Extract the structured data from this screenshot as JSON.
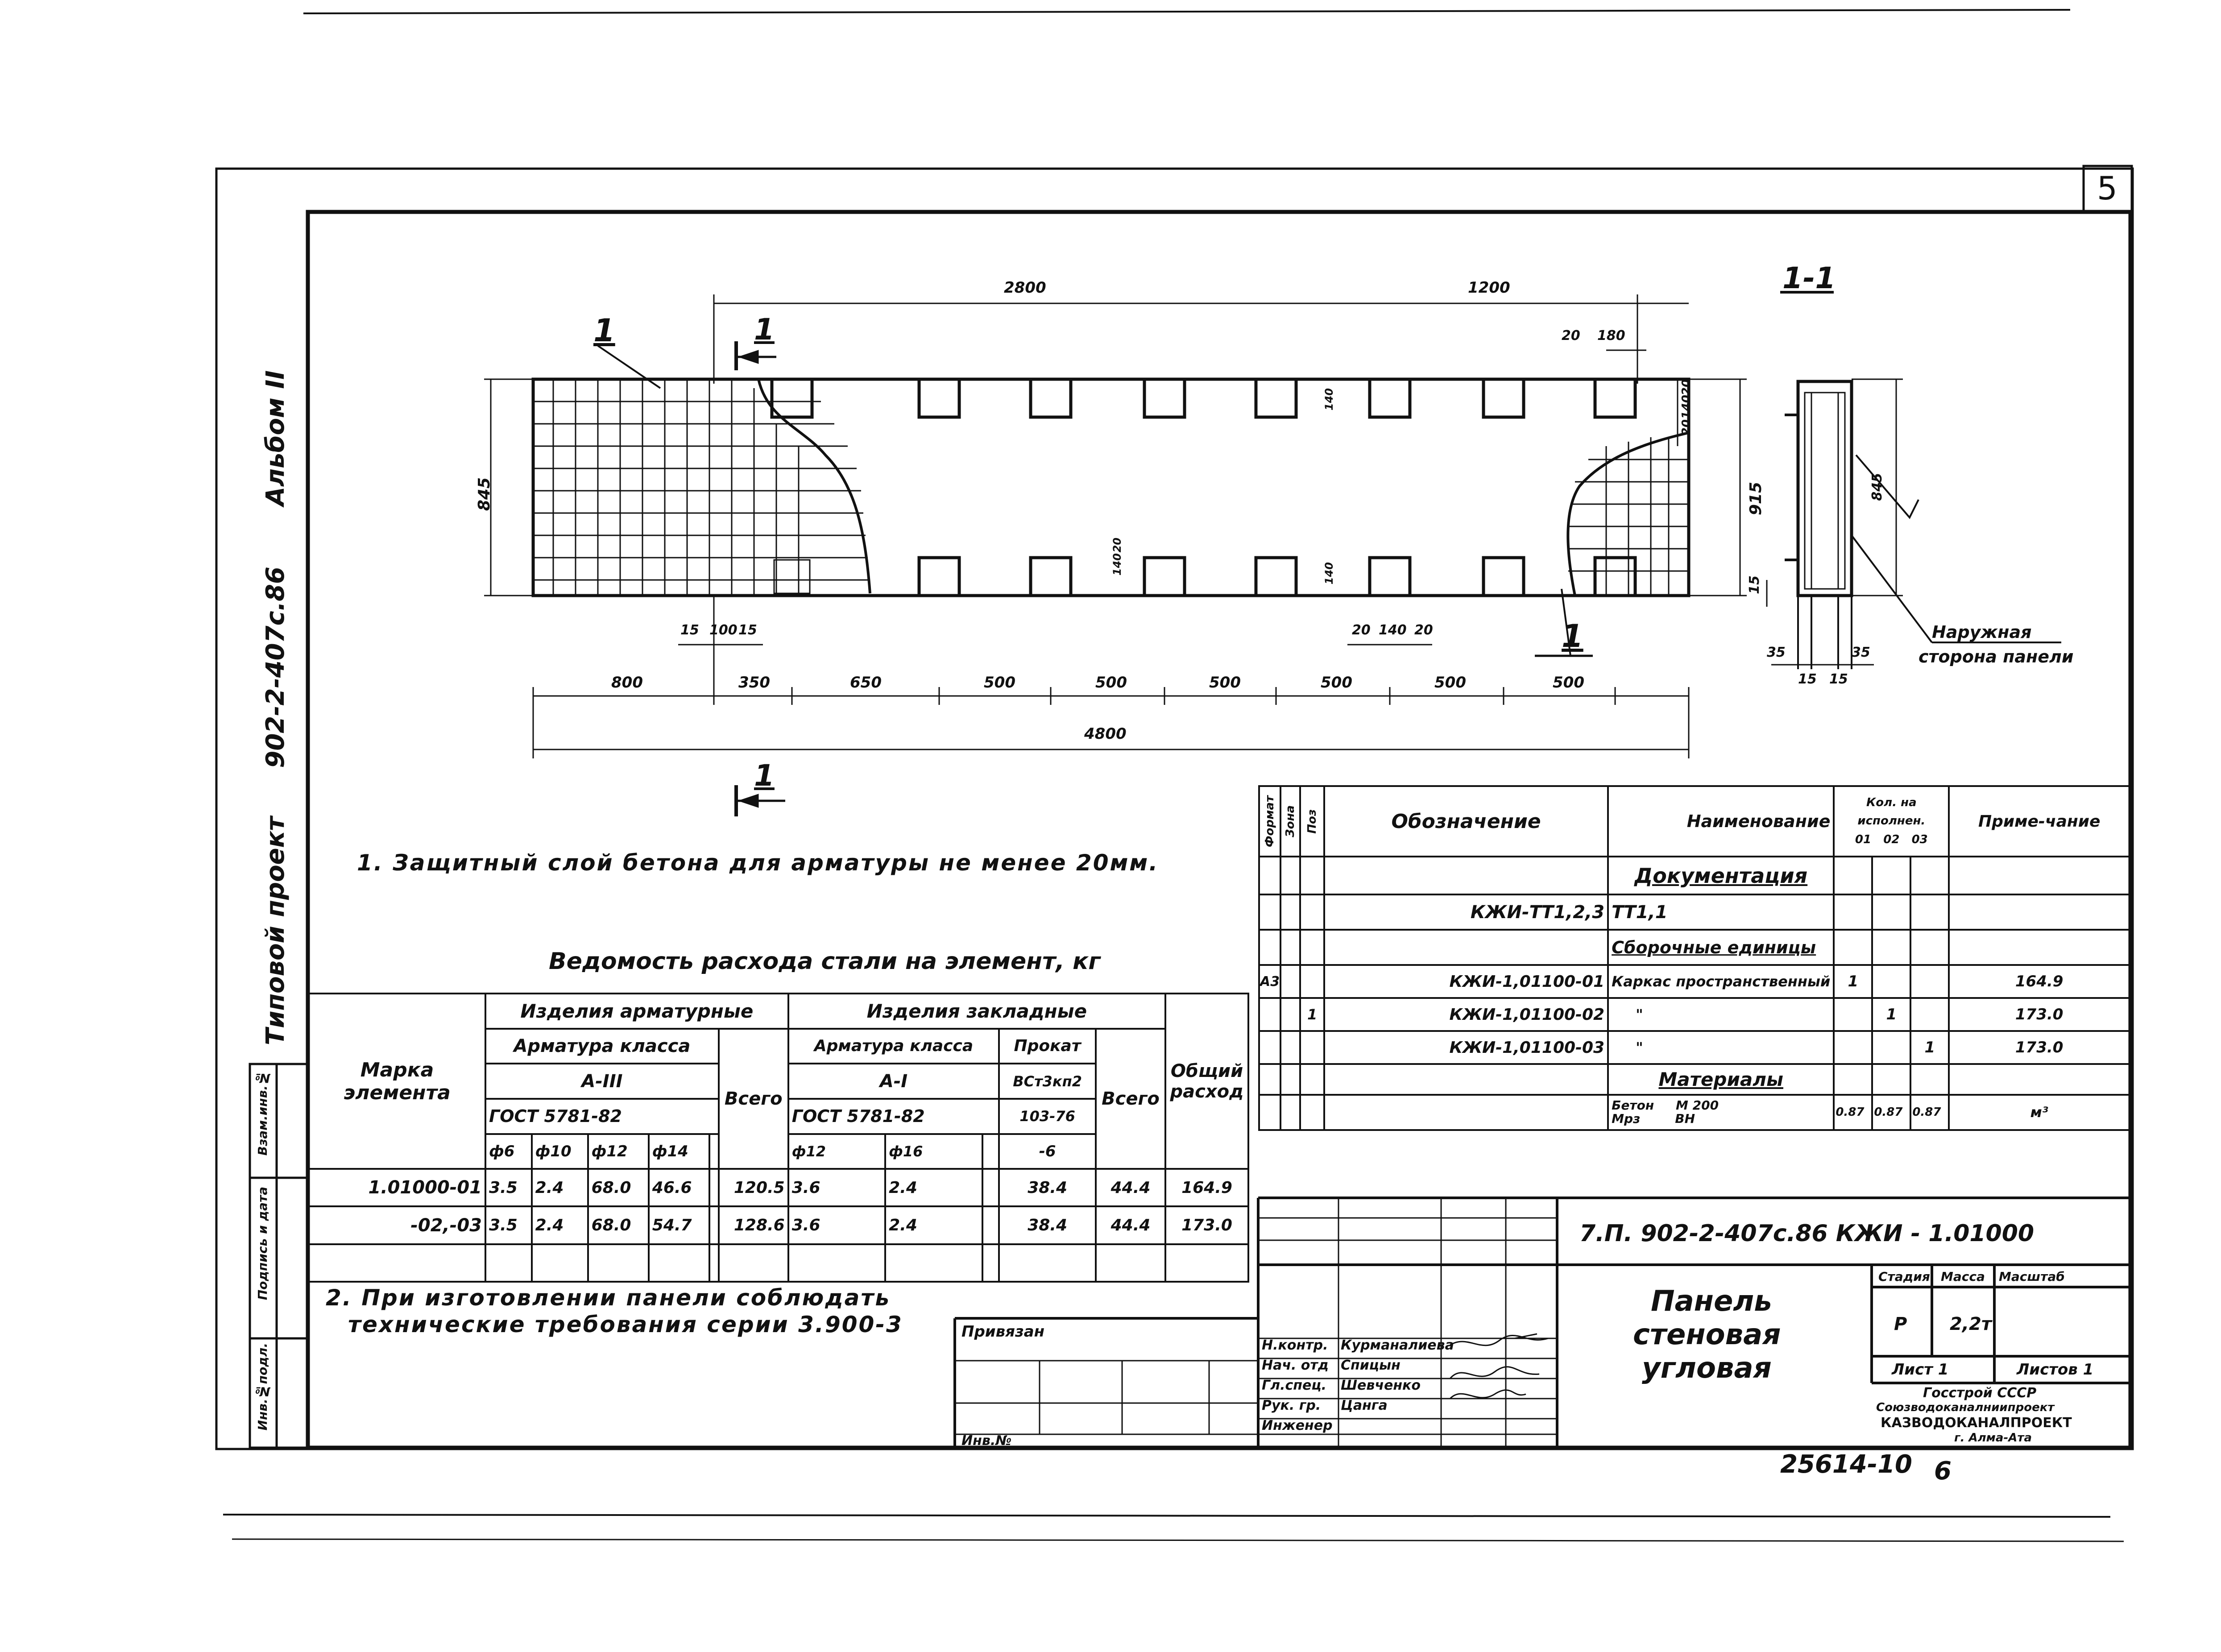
{
  "sheet": {
    "page_number": "5",
    "bottom_code": "25614-10",
    "bottom_page": "6"
  },
  "left_margin": {
    "project_code": "902-2-407с.86",
    "album": "Альбом II",
    "project_type": "Типовой проект",
    "stamp_cells": [
      "Инв.№подл.",
      "Подпись и дата",
      "Взам.инв.№"
    ]
  },
  "plan": {
    "section_marker": "1",
    "callout": "1",
    "dims_top": [
      "2800",
      "1200"
    ],
    "dims_top_small": [
      "20",
      "180"
    ],
    "dims_right": [
      "20",
      "140",
      "20",
      "915"
    ],
    "dim_left": "845",
    "dims_mid": [
      "140",
      "20",
      "140"
    ],
    "dims_bottom_small_left": [
      "15",
      "100",
      "15"
    ],
    "dims_bottom_small_right": [
      "20",
      "140",
      "20"
    ],
    "dims_bottom": [
      "800",
      "350",
      "650",
      "500",
      "500",
      "500",
      "500",
      "500",
      "500"
    ],
    "dim_total": "4800"
  },
  "section": {
    "title": "1-1",
    "dim_height": "845",
    "dim_small": "15",
    "dims_bottom": [
      "35",
      "15",
      "15",
      "35"
    ],
    "label_line1": "Наружная",
    "label_line2": "сторона панели"
  },
  "notes": {
    "note1": "1. Защитный слой бетона для арматуры не менее 20мм.",
    "note2_line1": "2. При изготовлении панели соблюдать",
    "note2_line2": "технические требования серии 3.900-3"
  },
  "steel_table": {
    "title": "Ведомость расхода стали на элемент, кг",
    "col_mark": "Марка элемента",
    "group1": "Изделия арматурные",
    "group2": "Изделия закладные",
    "rebar_class": "Арматура класса",
    "class_a3": "А-III",
    "gost1": "ГОСТ 5781-82",
    "total": "Всего",
    "rebar_class2": "Арматура класса",
    "rolled": "Прокат",
    "class_a1": "А-I",
    "steel": "ВСт3кп2",
    "gost2": "ГОСТ 5781-82",
    "gost3": "103-76",
    "gost3b": "-6",
    "overall": "Общий расход",
    "diams1": [
      "ф6",
      "ф10",
      "ф12",
      "ф14"
    ],
    "diams2": [
      "ф12",
      "ф16"
    ],
    "rows": [
      {
        "mark": "1.01000-01",
        "v": [
          "3.5",
          "2.4",
          "68.0",
          "46.6",
          "",
          "120.5",
          "3.6",
          "2.4",
          "",
          "38.4",
          "44.4",
          "164.9"
        ]
      },
      {
        "mark": "-02,-03",
        "v": [
          "3.5",
          "2.4",
          "68.0",
          "54.7",
          "",
          "128.6",
          "3.6",
          "2.4",
          "",
          "38.4",
          "44.4",
          "173.0"
        ]
      }
    ]
  },
  "spec_table": {
    "headers": {
      "format": "Формат",
      "zone": "Зона",
      "pos": "Поз",
      "designation": "Обозначение",
      "name": "Наименование",
      "qty": "Кол. на исполнен.",
      "qty_cols": [
        "01",
        "02",
        "03"
      ],
      "note": "Приме-чание"
    },
    "section_docs": "Документация",
    "doc_row": {
      "designation": "КЖИ-ТТ1,2,3",
      "name": "ТТ1,1"
    },
    "section_units": "Сборочные единицы",
    "rows": [
      {
        "format": "А3",
        "pos": "",
        "designation": "КЖИ-1,01100-01",
        "name": "Каркас пространственный",
        "q1": "1",
        "q2": "",
        "q3": "",
        "note": "164.9"
      },
      {
        "format": "",
        "pos": "1",
        "designation": "КЖИ-1,01100-02",
        "name": "\"",
        "q1": "",
        "q2": "1",
        "q3": "",
        "note": "173.0"
      },
      {
        "format": "",
        "pos": "",
        "designation": "КЖИ-1,01100-03",
        "name": "\"",
        "q1": "",
        "q2": "",
        "q3": "1",
        "note": "173.0"
      }
    ],
    "section_materials": "Материалы",
    "material": {
      "name1": "Бетон",
      "name2": "Мрз",
      "grade": "М 200",
      "vn": "ВН",
      "q1": "0.87",
      "q2": "0.87",
      "q3": "0.87",
      "note": "м³"
    }
  },
  "title_block": {
    "doc_code": "7.П. 902-2-407с.86  КЖИ - 1.01000",
    "object_name": [
      "Панель",
      "стеновая",
      "угловая"
    ],
    "stage_label": "Стадия",
    "mass_label": "Масса",
    "scale_label": "Масштаб",
    "stage": "Р",
    "mass": "2,2т",
    "sheet": "Лист 1",
    "sheets": "Листов 1",
    "org": [
      "Госстрой СССР",
      "Союзводоканалниипроект",
      "КАЗВОДОКАНАЛПРОЕКТ",
      "г. Алма-Ата"
    ],
    "bound": "Привязан",
    "inv": "Инв.№",
    "roles": [
      "Н.контр.",
      "Нач. отд",
      "Гл.спец.",
      "Рук. гр.",
      "Инженер"
    ],
    "names": [
      "Курманалиева",
      "Спицын",
      "Шевченко",
      "Цанга",
      ""
    ]
  }
}
